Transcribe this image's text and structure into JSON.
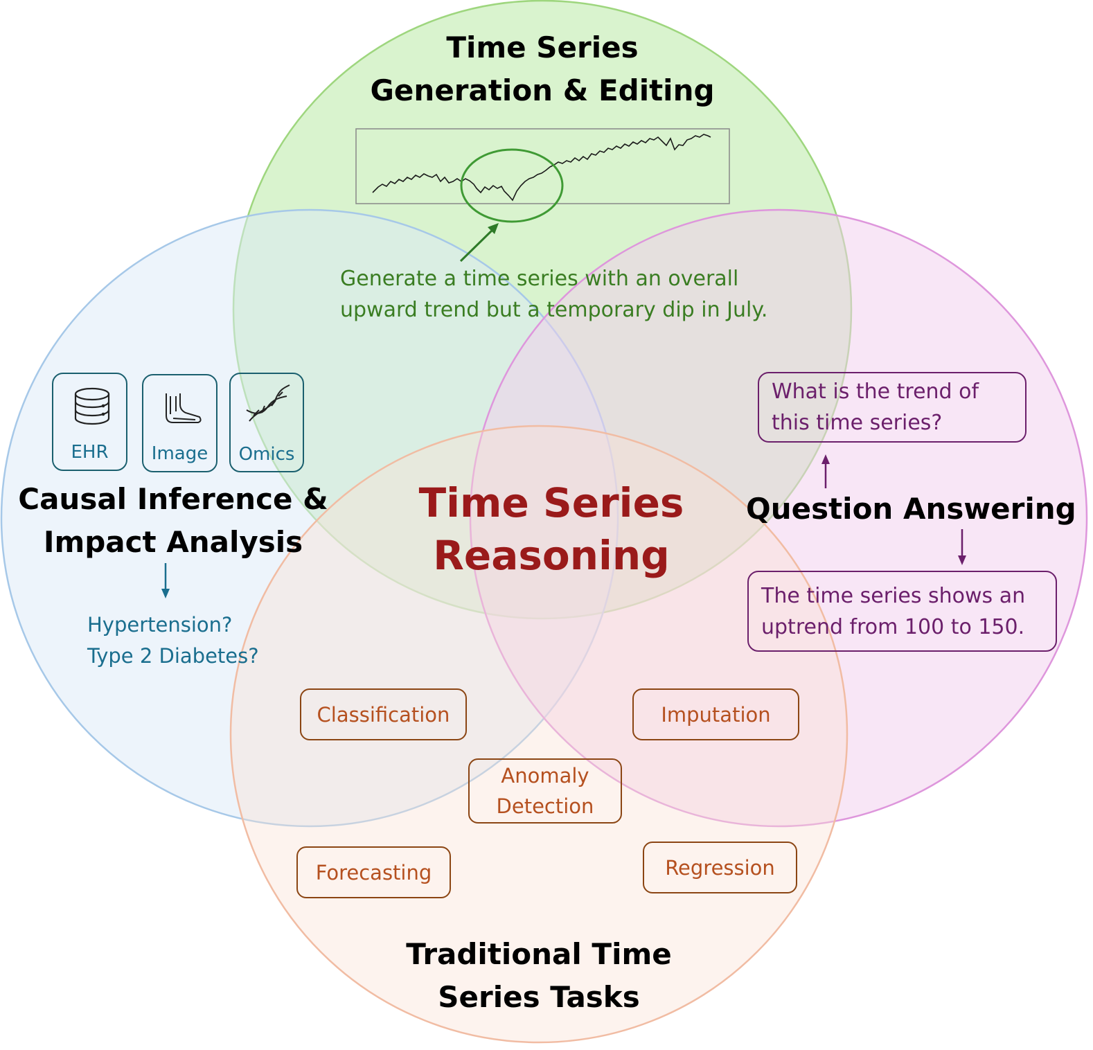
{
  "center_title": {
    "line1": "Time Series",
    "line2": "Reasoning"
  },
  "generation": {
    "title_line1": "Time Series",
    "title_line2": "Generation & Editing",
    "prompt_line1": "Generate a time series with an overall",
    "prompt_line2": "upward trend but a temporary dip in July."
  },
  "causal": {
    "title_line1": "Causal Inference &",
    "title_line2": "Impact Analysis",
    "icons": [
      {
        "label": "EHR",
        "icon": "database-icon"
      },
      {
        "label": "Image",
        "icon": "foot-xray-icon"
      },
      {
        "label": "Omics",
        "icon": "dna-icon"
      }
    ],
    "outcome_line1": "Hypertension?",
    "outcome_line2": "Type 2 Diabetes?"
  },
  "qa": {
    "title": "Question Answering",
    "question_line1": "What is the trend of",
    "question_line2": "this time series?",
    "answer_line1": "The time series shows an",
    "answer_line2": "uptrend from 100 to 150."
  },
  "traditional": {
    "title_line1": "Traditional Time",
    "title_line2": "Series Tasks",
    "tasks": {
      "classification": "Classification",
      "imputation": "Imputation",
      "anomaly_line1": "Anomaly",
      "anomaly_line2": "Detection",
      "forecasting": "Forecasting",
      "regression": "Regression"
    }
  },
  "colors": {
    "green_circle": "#8fd16a",
    "blue_circle": "#9ec5e8",
    "pink_circle": "#d98fd9",
    "orange_circle": "#f2b99a",
    "center_text": "#9a1a1a"
  }
}
